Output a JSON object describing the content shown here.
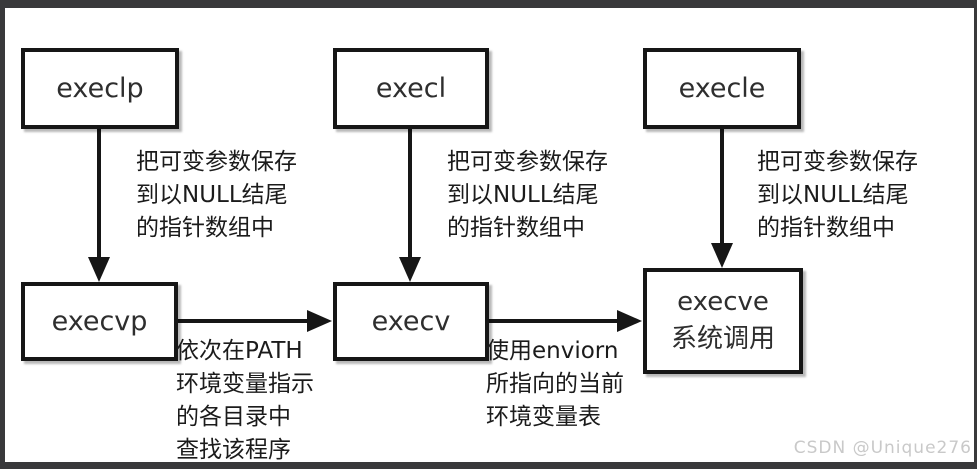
{
  "boxes": {
    "execlp": {
      "label": "execlp"
    },
    "execl": {
      "label": "execl"
    },
    "execle": {
      "label": "execle"
    },
    "execvp": {
      "label": "execvp"
    },
    "execv": {
      "label": "execv"
    },
    "execve": {
      "label": "execve\n系统调用"
    }
  },
  "notes": {
    "varargs1": "把可变参数保存\n到以NULL结尾\n的指针数组中",
    "varargs2": "把可变参数保存\n到以NULL结尾\n的指针数组中",
    "varargs3": "把可变参数保存\n到以NULL结尾\n的指针数组中",
    "path_search": "依次在PATH\n环境变量指示\n的各目录中\n查找该程序",
    "environ_use": "使用enviorn\n所指向的当前\n环境变量表"
  },
  "connections": [
    {
      "from": "execlp",
      "to": "execvp",
      "type": "arrow"
    },
    {
      "from": "execl",
      "to": "execv",
      "type": "arrow"
    },
    {
      "from": "execle",
      "to": "execve",
      "type": "arrow"
    },
    {
      "from": "execvp",
      "to": "execv",
      "type": "arrow"
    },
    {
      "from": "execv",
      "to": "execve",
      "type": "arrow"
    }
  ],
  "watermark": "CSDN @Unique276",
  "colors": {
    "frame": "#39393b",
    "box_border": "#161616",
    "text": "#1b1b1b",
    "watermark": "#c9c9c9",
    "background": "#ffffff"
  }
}
